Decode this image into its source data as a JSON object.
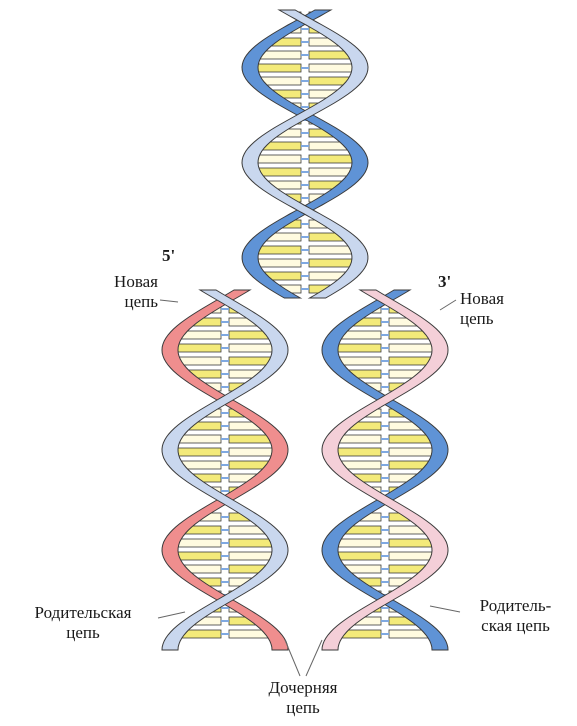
{
  "labels": {
    "new_chain_left": [
      "Новая",
      "цепь"
    ],
    "new_chain_right": [
      "Новая",
      "цепь"
    ],
    "end_5": "5'",
    "end_3": "3'",
    "parent_chain_left": [
      "Родительская",
      "цепь"
    ],
    "parent_chain_right": [
      "Родитель-",
      "ская цепь"
    ],
    "daughter_chain": [
      "Дочерняя",
      "цепь"
    ]
  },
  "colors": {
    "parent_strand_light": "#c9d7ee",
    "parent_strand_dark": "#5f93d6",
    "new_strand_red": "#ef8e8e",
    "new_strand_pink": "#f4cfd8",
    "base_yellow": "#f3ea7a",
    "base_white": "#fffbe0",
    "hbond_blue": "#7fa8e0",
    "outline": "#3a3a3a"
  }
}
